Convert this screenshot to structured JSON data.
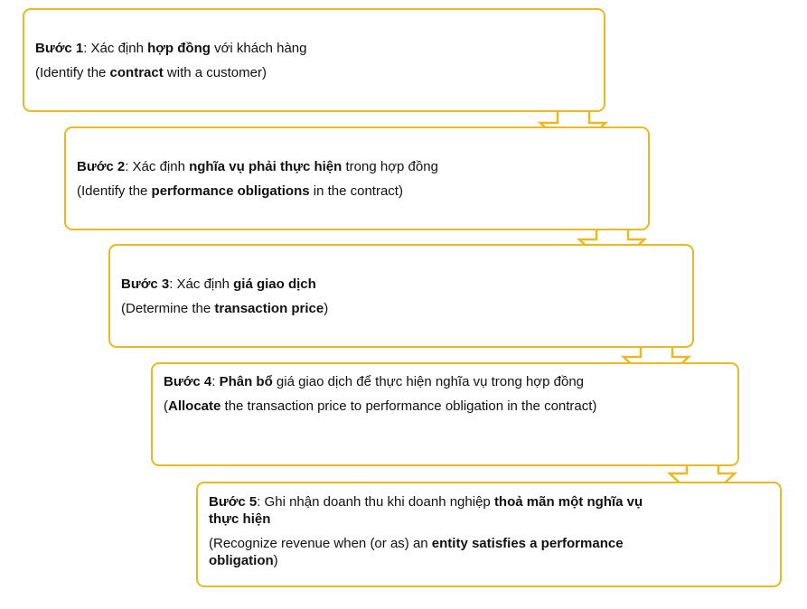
{
  "accent_color": "#E8B923",
  "steps": [
    {
      "vi": [
        {
          "t": "Bước 1",
          "b": true
        },
        {
          "t": ": Xác định ",
          "b": false
        },
        {
          "t": "hợp đồng",
          "b": true
        },
        {
          "t": " với khách hàng",
          "b": false
        }
      ],
      "en": [
        {
          "t": "(Identify the ",
          "b": false
        },
        {
          "t": "contract",
          "b": true
        },
        {
          "t": " with a customer)",
          "b": false
        }
      ]
    },
    {
      "vi": [
        {
          "t": "Bước 2",
          "b": true
        },
        {
          "t": ": Xác định ",
          "b": false
        },
        {
          "t": "nghĩa vụ phải thực hiện",
          "b": true
        },
        {
          "t": " trong hợp đồng",
          "b": false
        }
      ],
      "en": [
        {
          "t": "(Identify the ",
          "b": false
        },
        {
          "t": "performance obligations",
          "b": true
        },
        {
          "t": " in the contract)",
          "b": false
        }
      ]
    },
    {
      "vi": [
        {
          "t": "Bước 3",
          "b": true
        },
        {
          "t": ": Xác định ",
          "b": false
        },
        {
          "t": "giá giao dịch",
          "b": true
        }
      ],
      "en": [
        {
          "t": "(Determine the ",
          "b": false
        },
        {
          "t": "transaction price",
          "b": true
        },
        {
          "t": ")",
          "b": false
        }
      ]
    },
    {
      "vi": [
        {
          "t": "Bước 4",
          "b": true
        },
        {
          "t": ": ",
          "b": false
        },
        {
          "t": "Phân bổ",
          "b": true
        },
        {
          "t": " giá giao dịch để thực hiện nghĩa vụ trong hợp đồng",
          "b": false
        }
      ],
      "en": [
        {
          "t": "(",
          "b": false
        },
        {
          "t": "Allocate",
          "b": true
        },
        {
          "t": " the transaction price to performance obligation in the contract)",
          "b": false
        }
      ]
    },
    {
      "vi": [
        {
          "t": "Bước 5",
          "b": true
        },
        {
          "t": ": Ghi nhận doanh thu khi doanh nghiệp ",
          "b": false
        },
        {
          "t": "thoả mãn một nghĩa vụ thực hiện",
          "b": true
        }
      ],
      "en": [
        {
          "t": "(Recognize revenue when (or as) an ",
          "b": false
        },
        {
          "t": "entity satisfies a performance obligation",
          "b": true
        },
        {
          "t": ")",
          "b": false
        }
      ]
    }
  ]
}
